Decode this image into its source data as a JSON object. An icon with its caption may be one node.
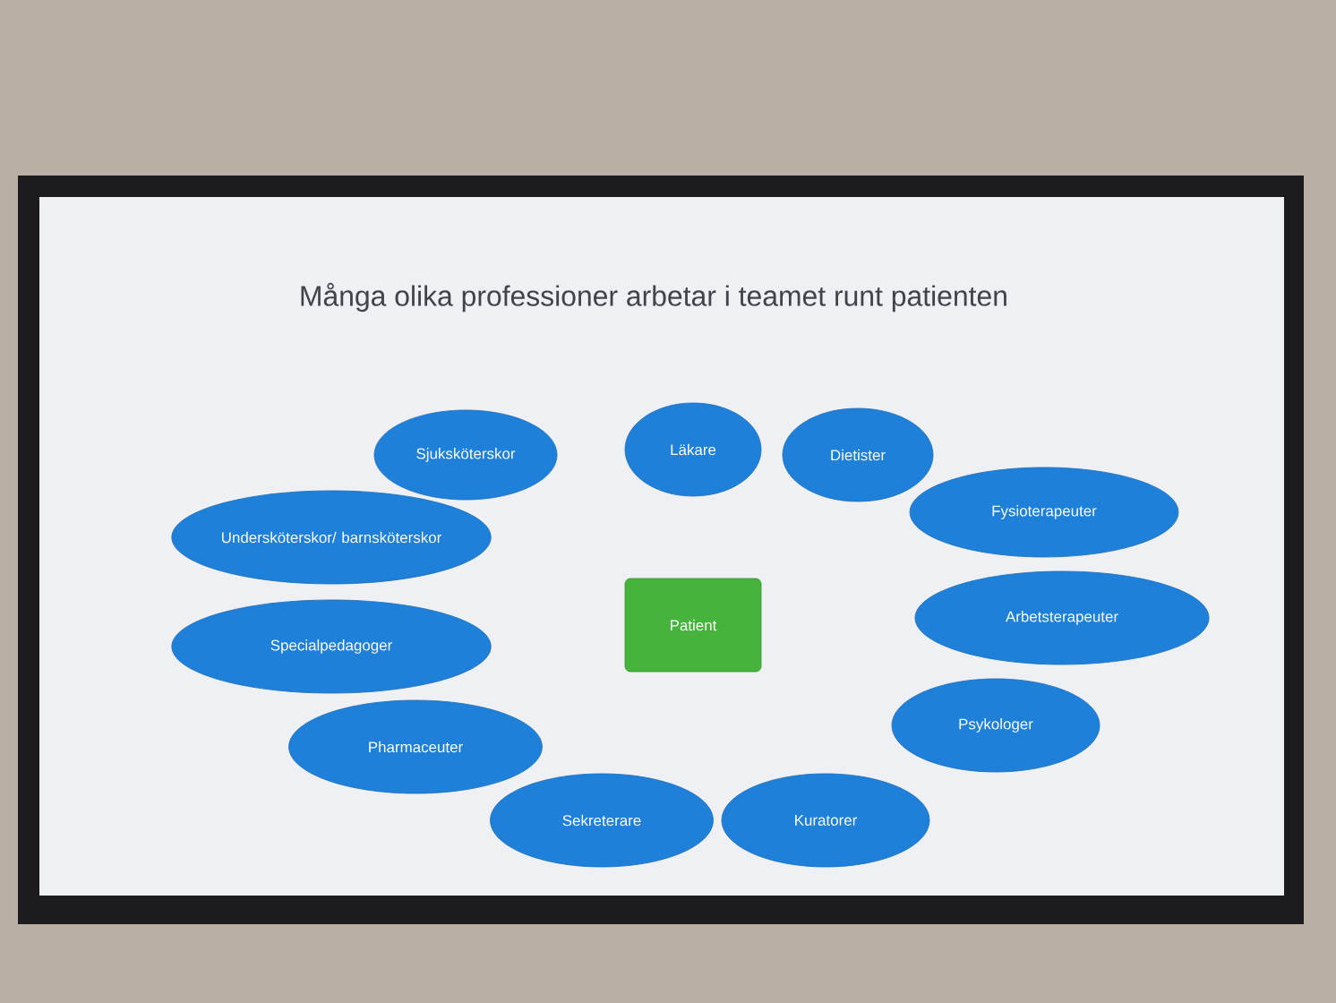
{
  "diagram": {
    "title": "Många olika professioner arbetar i teamet runt patienten",
    "nodes": [
      {
        "text": [
          "Patient"
        ]
      },
      {
        "text": [
          "Sjuksköterskor"
        ]
      },
      {
        "text": [
          "Läkare"
        ]
      },
      {
        "text": [
          "Dietister"
        ]
      },
      {
        "text": [
          "Fysioterapeuter"
        ]
      },
      {
        "text": [
          "Undersköterskor/ barnsköterskor"
        ]
      },
      {
        "text": [
          "Arbetsterapeuter"
        ]
      },
      {
        "text": [
          "Specialpedagoger"
        ]
      },
      {
        "text": [
          "Psykologer"
        ]
      },
      {
        "text": [
          "Pharmaceuter"
        ]
      },
      {
        "text": [
          "Sekreterare"
        ]
      },
      {
        "text": [
          "Kuratorer"
        ]
      }
    ]
  }
}
